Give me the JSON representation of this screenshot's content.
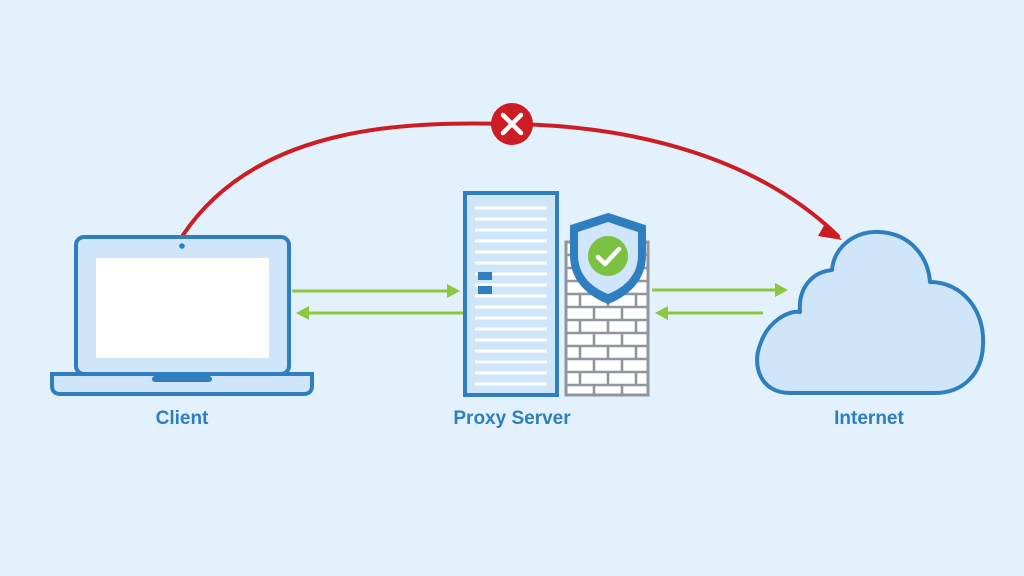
{
  "labels": {
    "client": "Client",
    "proxy": "Proxy Server",
    "internet": "Internet"
  },
  "colors": {
    "background": "#e3f1fc",
    "outline": "#2e7ec0",
    "fill_light": "#cfe6fa",
    "screen": "#ffffff",
    "blocked_path": "#cc1c24",
    "allowed_flow": "#8dc63f",
    "shield_check": "#7cc242",
    "firewall_stroke": "#8f96a0",
    "firewall_fill": "#ffffff"
  },
  "icons": {
    "client": "laptop-icon",
    "proxy": "server-tower-icon",
    "security": "shield-check-icon",
    "firewall": "brick-wall-icon",
    "internet": "cloud-icon",
    "blocked": "x-circle-icon"
  }
}
